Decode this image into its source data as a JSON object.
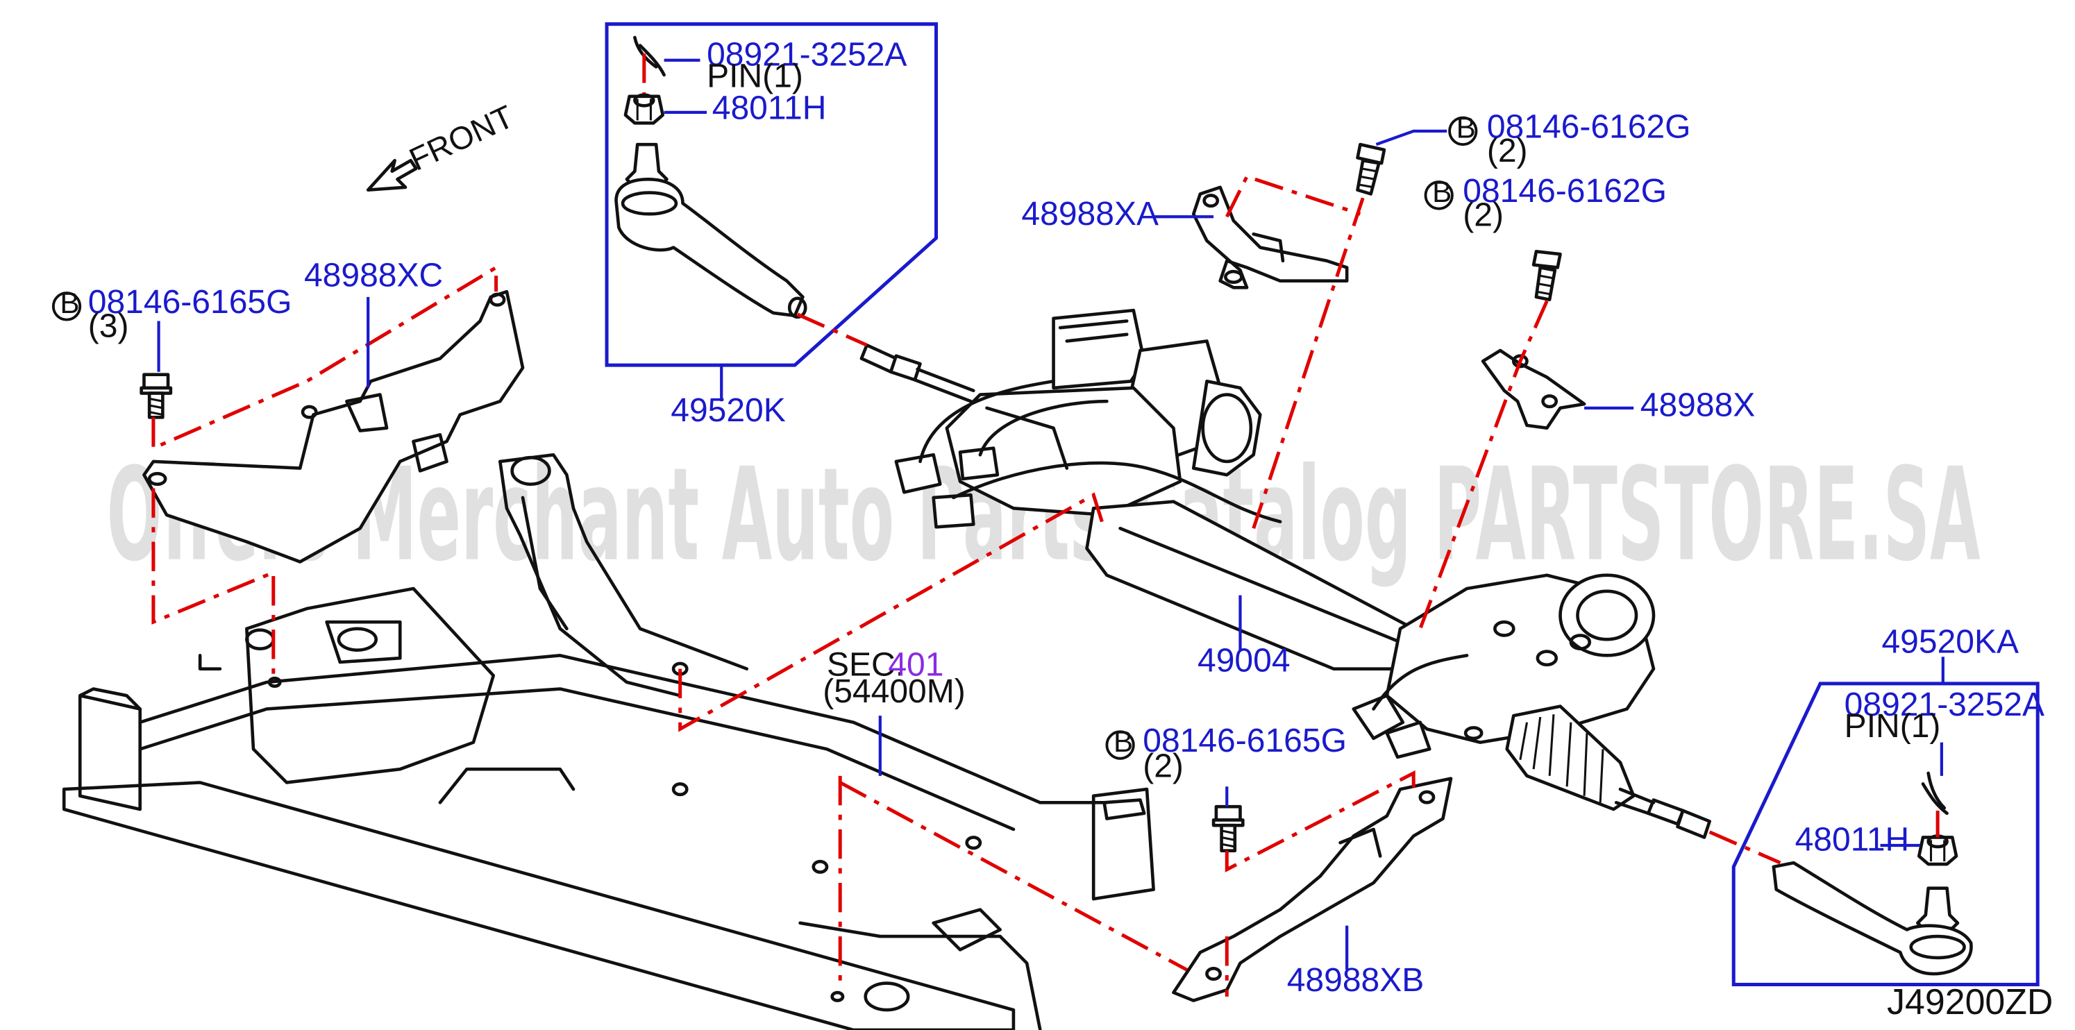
{
  "diagram": {
    "watermark": "Offers Merchant Auto Parts Catalog PARTSTORE.SA",
    "diagram_code": "J49200ZD",
    "front_label": "FRONT",
    "callouts": {
      "bolt_b_top_1": {
        "symbol": "B",
        "part": "08146-6162G",
        "qty": "(2)"
      },
      "bolt_b_top_2": {
        "symbol": "B",
        "part": "08146-6162G",
        "qty": "(2)"
      },
      "bolt_b_left": {
        "symbol": "B",
        "part": "08146-6165G",
        "qty": "(3)"
      },
      "bolt_b_bottom": {
        "symbol": "B",
        "part": "08146-6165G",
        "qty": "(2)"
      },
      "bracket_xa": {
        "part": "48988XA"
      },
      "bracket_xc": {
        "part": "48988XC"
      },
      "bracket_x": {
        "part": "48988X"
      },
      "bracket_xb": {
        "part": "48988XB"
      },
      "tie_rod_end_left": {
        "part": "49520K"
      },
      "tie_rod_end_right": {
        "part": "49520KA"
      },
      "steering_gear": {
        "part": "49004"
      },
      "pin_left": {
        "part": "08921-3252A",
        "desc": "PIN(1)"
      },
      "nut_left": {
        "part": "48011H"
      },
      "pin_right": {
        "part": "08921-3252A",
        "desc": "PIN(1)"
      },
      "nut_right": {
        "part": "48011H"
      },
      "sub_frame": {
        "sec_prefix": "SEC.",
        "sec_num": "401",
        "ref": "(54400M)"
      }
    }
  }
}
